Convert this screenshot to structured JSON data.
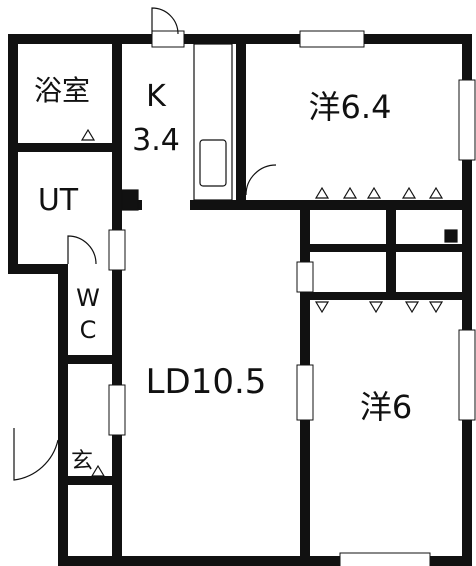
{
  "rooms": {
    "bath": {
      "label": "浴室"
    },
    "ut": {
      "label": "UT"
    },
    "kitchen": {
      "label": "K",
      "size": "3.4"
    },
    "western1": {
      "label": "洋6.4"
    },
    "western2": {
      "label": "洋6"
    },
    "ld": {
      "label": "LD10.5"
    },
    "wc": {
      "label_top": "W",
      "label_bottom": "C"
    },
    "entrance": {
      "label": "玄"
    }
  }
}
